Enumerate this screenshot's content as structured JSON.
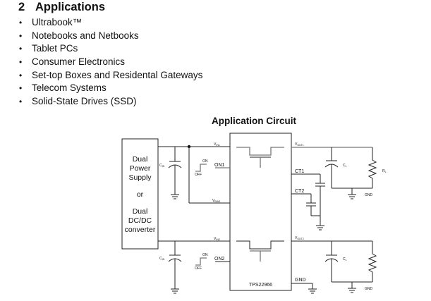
{
  "section": {
    "number": "2",
    "title": "Applications"
  },
  "applications": [
    "Ultrabook™",
    "Notebooks and Netbooks",
    "Tablet PCs",
    "Consumer Electronics",
    "Set-top Boxes and Residental Gateways",
    "Telecom Systems",
    "Solid-State Drives (SSD)"
  ],
  "bullet_glyph": "•",
  "circuit": {
    "title": "Application Circuit",
    "source_block": {
      "line1": "Dual",
      "line2": "Power",
      "line3": "Supply",
      "line4": "or",
      "line5": "Dual",
      "line6": "DC/DC",
      "line7": "converter"
    },
    "chip_name": "TPS22966",
    "labels": {
      "vin1": "V",
      "vin1_sub": "IN1",
      "vin2": "V",
      "vin2_sub": "IN2",
      "vbias": "V",
      "vbias_sub": "BIAS",
      "vout1": "V",
      "vout1_sub": "OUT1",
      "vout2": "V",
      "vout2_sub": "OUT2",
      "on1": "ON1",
      "on2": "ON2",
      "ct1": "CT1",
      "ct2": "CT2",
      "gnd_pin": "GND",
      "gnd_small": "GND",
      "cin": "C",
      "cin_sub": "IN",
      "cl": "C",
      "cl_sub": "L",
      "rl": "R",
      "rl_sub": "L",
      "on": "ON",
      "off": "OFF"
    }
  }
}
